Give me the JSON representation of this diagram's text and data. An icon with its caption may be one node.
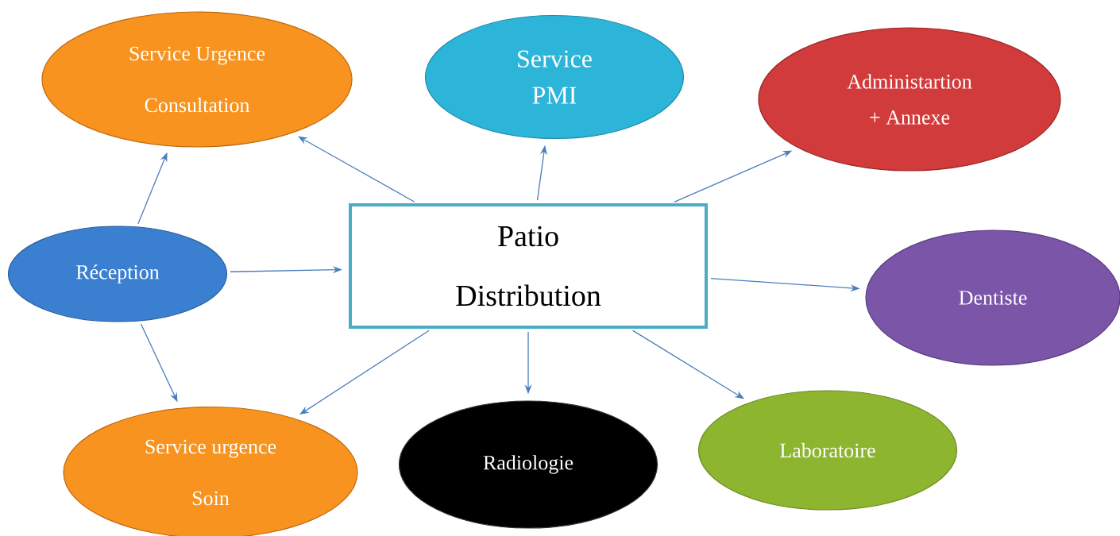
{
  "diagram": {
    "nodes": [
      {
        "text": [
          "Service Urgence",
          "Consultation"
        ]
      },
      {
        "text": [
          "Service",
          "PMI"
        ]
      },
      {
        "text": [
          "Administartion",
          "+ Annexe"
        ]
      },
      {
        "text": [
          "Réception"
        ]
      },
      {
        "text": [
          "Patio",
          "Distribution"
        ]
      },
      {
        "text": [
          "Dentiste"
        ]
      },
      {
        "text": [
          "Service urgence",
          "Soin"
        ]
      },
      {
        "text": [
          "Radiologie"
        ]
      },
      {
        "text": [
          "Laboratoire"
        ]
      }
    ],
    "edges": [
      {
        "from": 3,
        "to": 0,
        "arrow": "to"
      },
      {
        "from": 4,
        "to": 0,
        "arrow": "to"
      },
      {
        "from": 4,
        "to": 1,
        "arrow": "to"
      },
      {
        "from": 4,
        "to": 2,
        "arrow": "to"
      },
      {
        "from": 3,
        "to": 4,
        "arrow": "to"
      },
      {
        "from": 4,
        "to": 5,
        "arrow": "to"
      },
      {
        "from": 3,
        "to": 6,
        "arrow": "to"
      },
      {
        "from": 4,
        "to": 6,
        "arrow": "to"
      },
      {
        "from": 4,
        "to": 7,
        "arrow": "to"
      },
      {
        "from": 4,
        "to": 8,
        "arrow": "to"
      }
    ]
  }
}
